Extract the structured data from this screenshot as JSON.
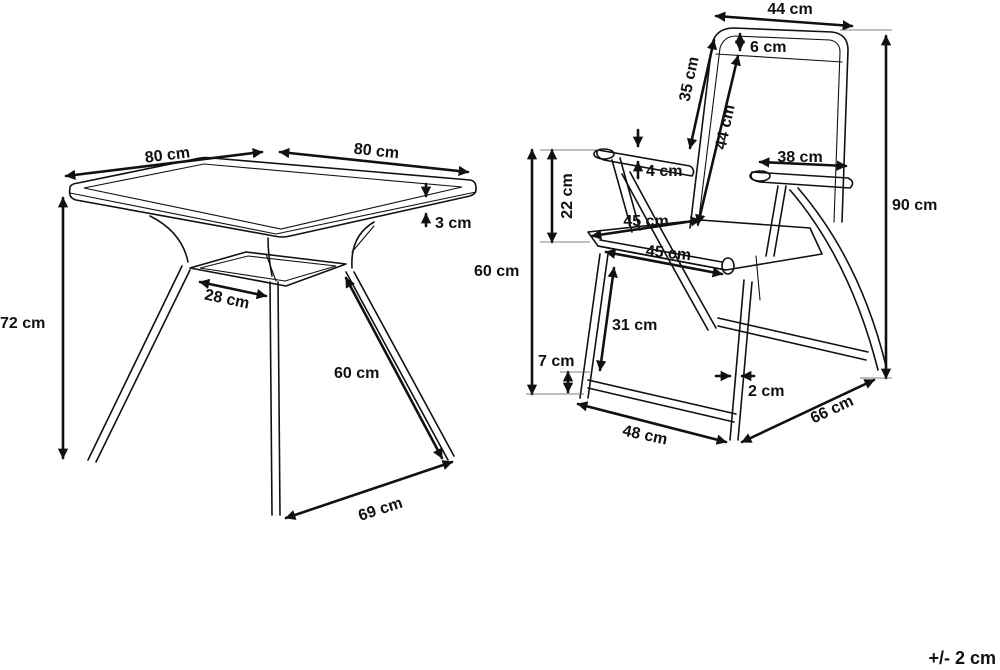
{
  "colors": {
    "line": "#111111",
    "background": "#ffffff",
    "extension": "#555555"
  },
  "table": {
    "top_width_left": "80 cm",
    "top_width_right": "80 cm",
    "top_thickness": "3 cm",
    "height": "72 cm",
    "shelf_depth": "28 cm",
    "leg_length": "60 cm",
    "base_width": "69 cm"
  },
  "chair": {
    "back_width": "44 cm",
    "top_rail": "6 cm",
    "back_upper": "35 cm",
    "back_height": "44 cm",
    "armrest_thickness": "4 cm",
    "armrest_width": "38 cm",
    "armrest_to_seat": "22 cm",
    "seat_depth_upper": "45 cm",
    "seat_width": "45 cm",
    "seat_height": "60 cm",
    "leg_height": "31 cm",
    "foot_height": "7 cm",
    "tube_diameter": "2 cm",
    "total_height": "90 cm",
    "base_width": "48 cm",
    "base_depth": "66 cm"
  },
  "tolerance": "+/- 2 cm"
}
